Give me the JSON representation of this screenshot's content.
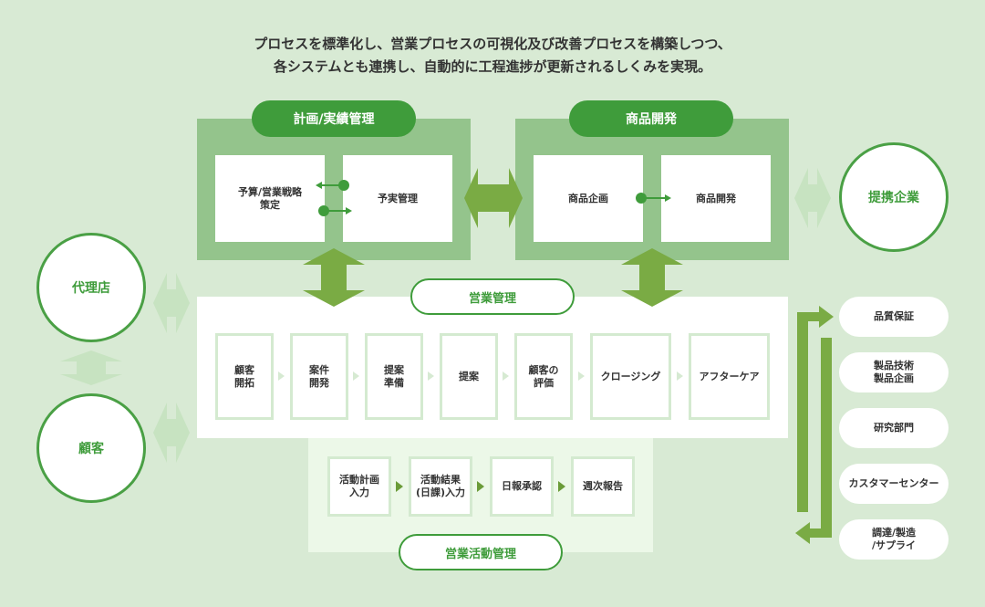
{
  "headline": {
    "line1": "プロセスを標準化し、営業プロセスの可視化及び改善プロセスを構築しつつ、",
    "line2": "各システムとも連携し、自動的に工程進捗が更新されるしくみを実現。"
  },
  "planning": {
    "title": "計画/実績管理",
    "cards": [
      "予算/営業戦略\n策定",
      "予実管理"
    ]
  },
  "product": {
    "title": "商品開発",
    "cards": [
      "商品企画",
      "商品開発"
    ]
  },
  "partner": {
    "label": "提携企業"
  },
  "agency": {
    "label": "代理店"
  },
  "customer": {
    "label": "顧客"
  },
  "sales": {
    "title": "営業管理",
    "steps": [
      "顧客\n開拓",
      "案件\n開発",
      "提案\n準備",
      "提案",
      "顧客の\n評価",
      "クロージング",
      "アフターケア"
    ]
  },
  "activity": {
    "title": "営業活動管理",
    "steps": [
      "活動計画\n入力",
      "活動結果\n(日課)入力",
      "日報承認",
      "週次報告"
    ]
  },
  "departments": [
    "品質保証",
    "製品技術\n製品企画",
    "研究部門",
    "カスタマーセンター",
    "調達/製造\n/サプライ"
  ],
  "colors": {
    "background": "#d8ead4",
    "accent": "#3f9c3b",
    "group_fill": "#94c48c",
    "arrow": "#7aab44",
    "light_arrow": "#c7e3c1"
  }
}
